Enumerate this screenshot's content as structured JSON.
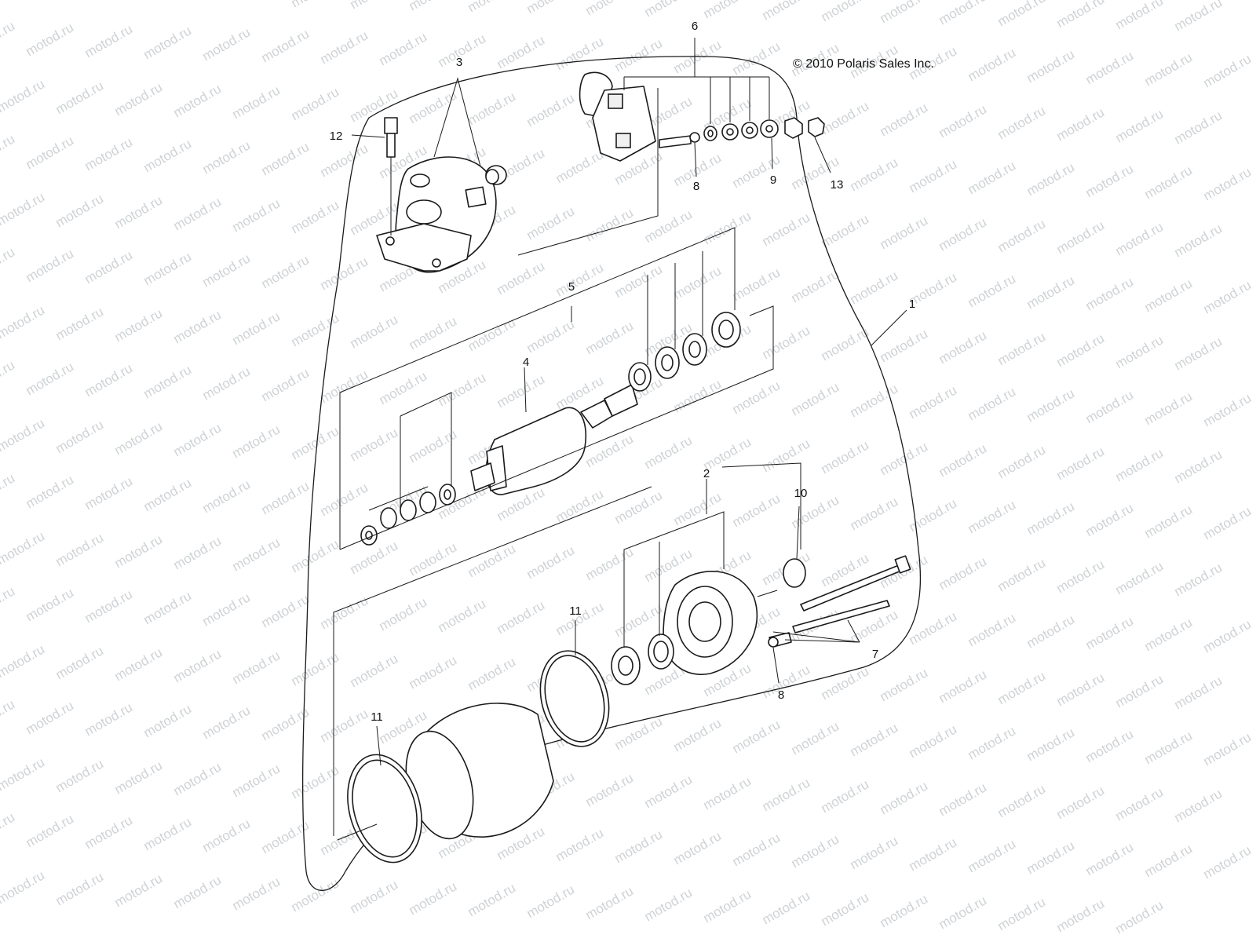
{
  "copyright": "© 2010 Polaris Sales Inc.",
  "watermark": "motod.ru",
  "callouts": {
    "c1": "1",
    "c2": "2",
    "c3": "3",
    "c4": "4",
    "c5": "5",
    "c6": "6",
    "c7": "7",
    "c8a": "8",
    "c8b": "8",
    "c9": "9",
    "c10": "10",
    "c11a": "11",
    "c11b": "11",
    "c12": "12",
    "c13": "13"
  },
  "colors": {
    "line": "#1a1a1a",
    "watermark": "#cfd3d6",
    "background": "#ffffff"
  }
}
